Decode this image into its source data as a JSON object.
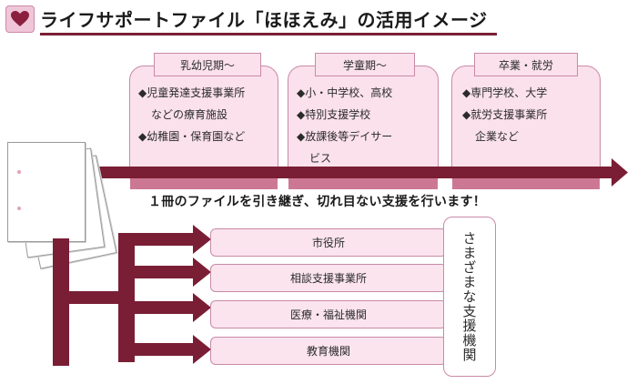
{
  "header": {
    "title": "ライフサポートファイル「ほほえみ」の活用イメージ",
    "icon": "heart-icon"
  },
  "stages": [
    {
      "label": "乳幼児期〜",
      "items": [
        "◆児童発達支援事業所",
        "などの療育施設",
        "◆幼稚園・保育園など"
      ]
    },
    {
      "label": "学童期〜",
      "items": [
        "◆小・中学校、高校",
        "◆特別支援学校",
        "◆放課後等デイサー",
        "ビス"
      ]
    },
    {
      "label": "卒業・就労",
      "items": [
        "◆専門学校、大学",
        "◆就労支援事業所",
        "企業など"
      ]
    }
  ],
  "tagline": "１冊のファイルを引き継ぎ、切れ目ない支援を行います！",
  "organizations": [
    "市役所",
    "相談支援事業所",
    "医療・福祉機関",
    "教育機関"
  ],
  "support_label": "さまざまな支援機関",
  "colors": {
    "dark_red": "#7a1e35",
    "light_pink": "#fbe1ec",
    "band_pink": "#c9728f",
    "border": "#c98aa7"
  }
}
